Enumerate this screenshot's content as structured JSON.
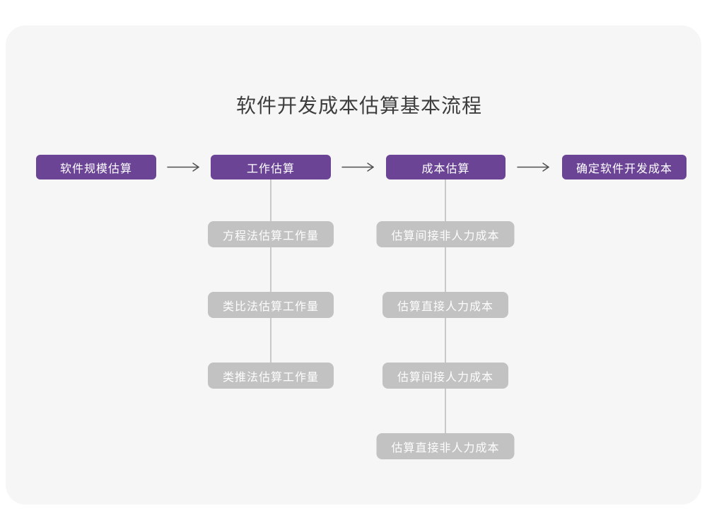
{
  "title": "软件开发成本估算基本流程",
  "colors": {
    "card_background": "#f6f6f7",
    "page_background": "#ffffff",
    "stage_node": "#6b4496",
    "sub_node": "#c2c2c2",
    "connector_line": "#c9c9c9",
    "arrow": "#4f4f4f",
    "title_text": "#3d3d3d",
    "node_text": "#ffffff"
  },
  "flow": {
    "stages": [
      "软件规模估算",
      "工作估算",
      "成本估算",
      "确定软件开发成本"
    ],
    "work_estimation_methods": [
      "方程法估算工作量",
      "类比法估算工作量",
      "类推法估算工作量"
    ],
    "cost_estimation_steps": [
      "估算间接非人力成本",
      "估算直接人力成本",
      "估算间接人力成本",
      "估算直接非人力成本"
    ]
  }
}
